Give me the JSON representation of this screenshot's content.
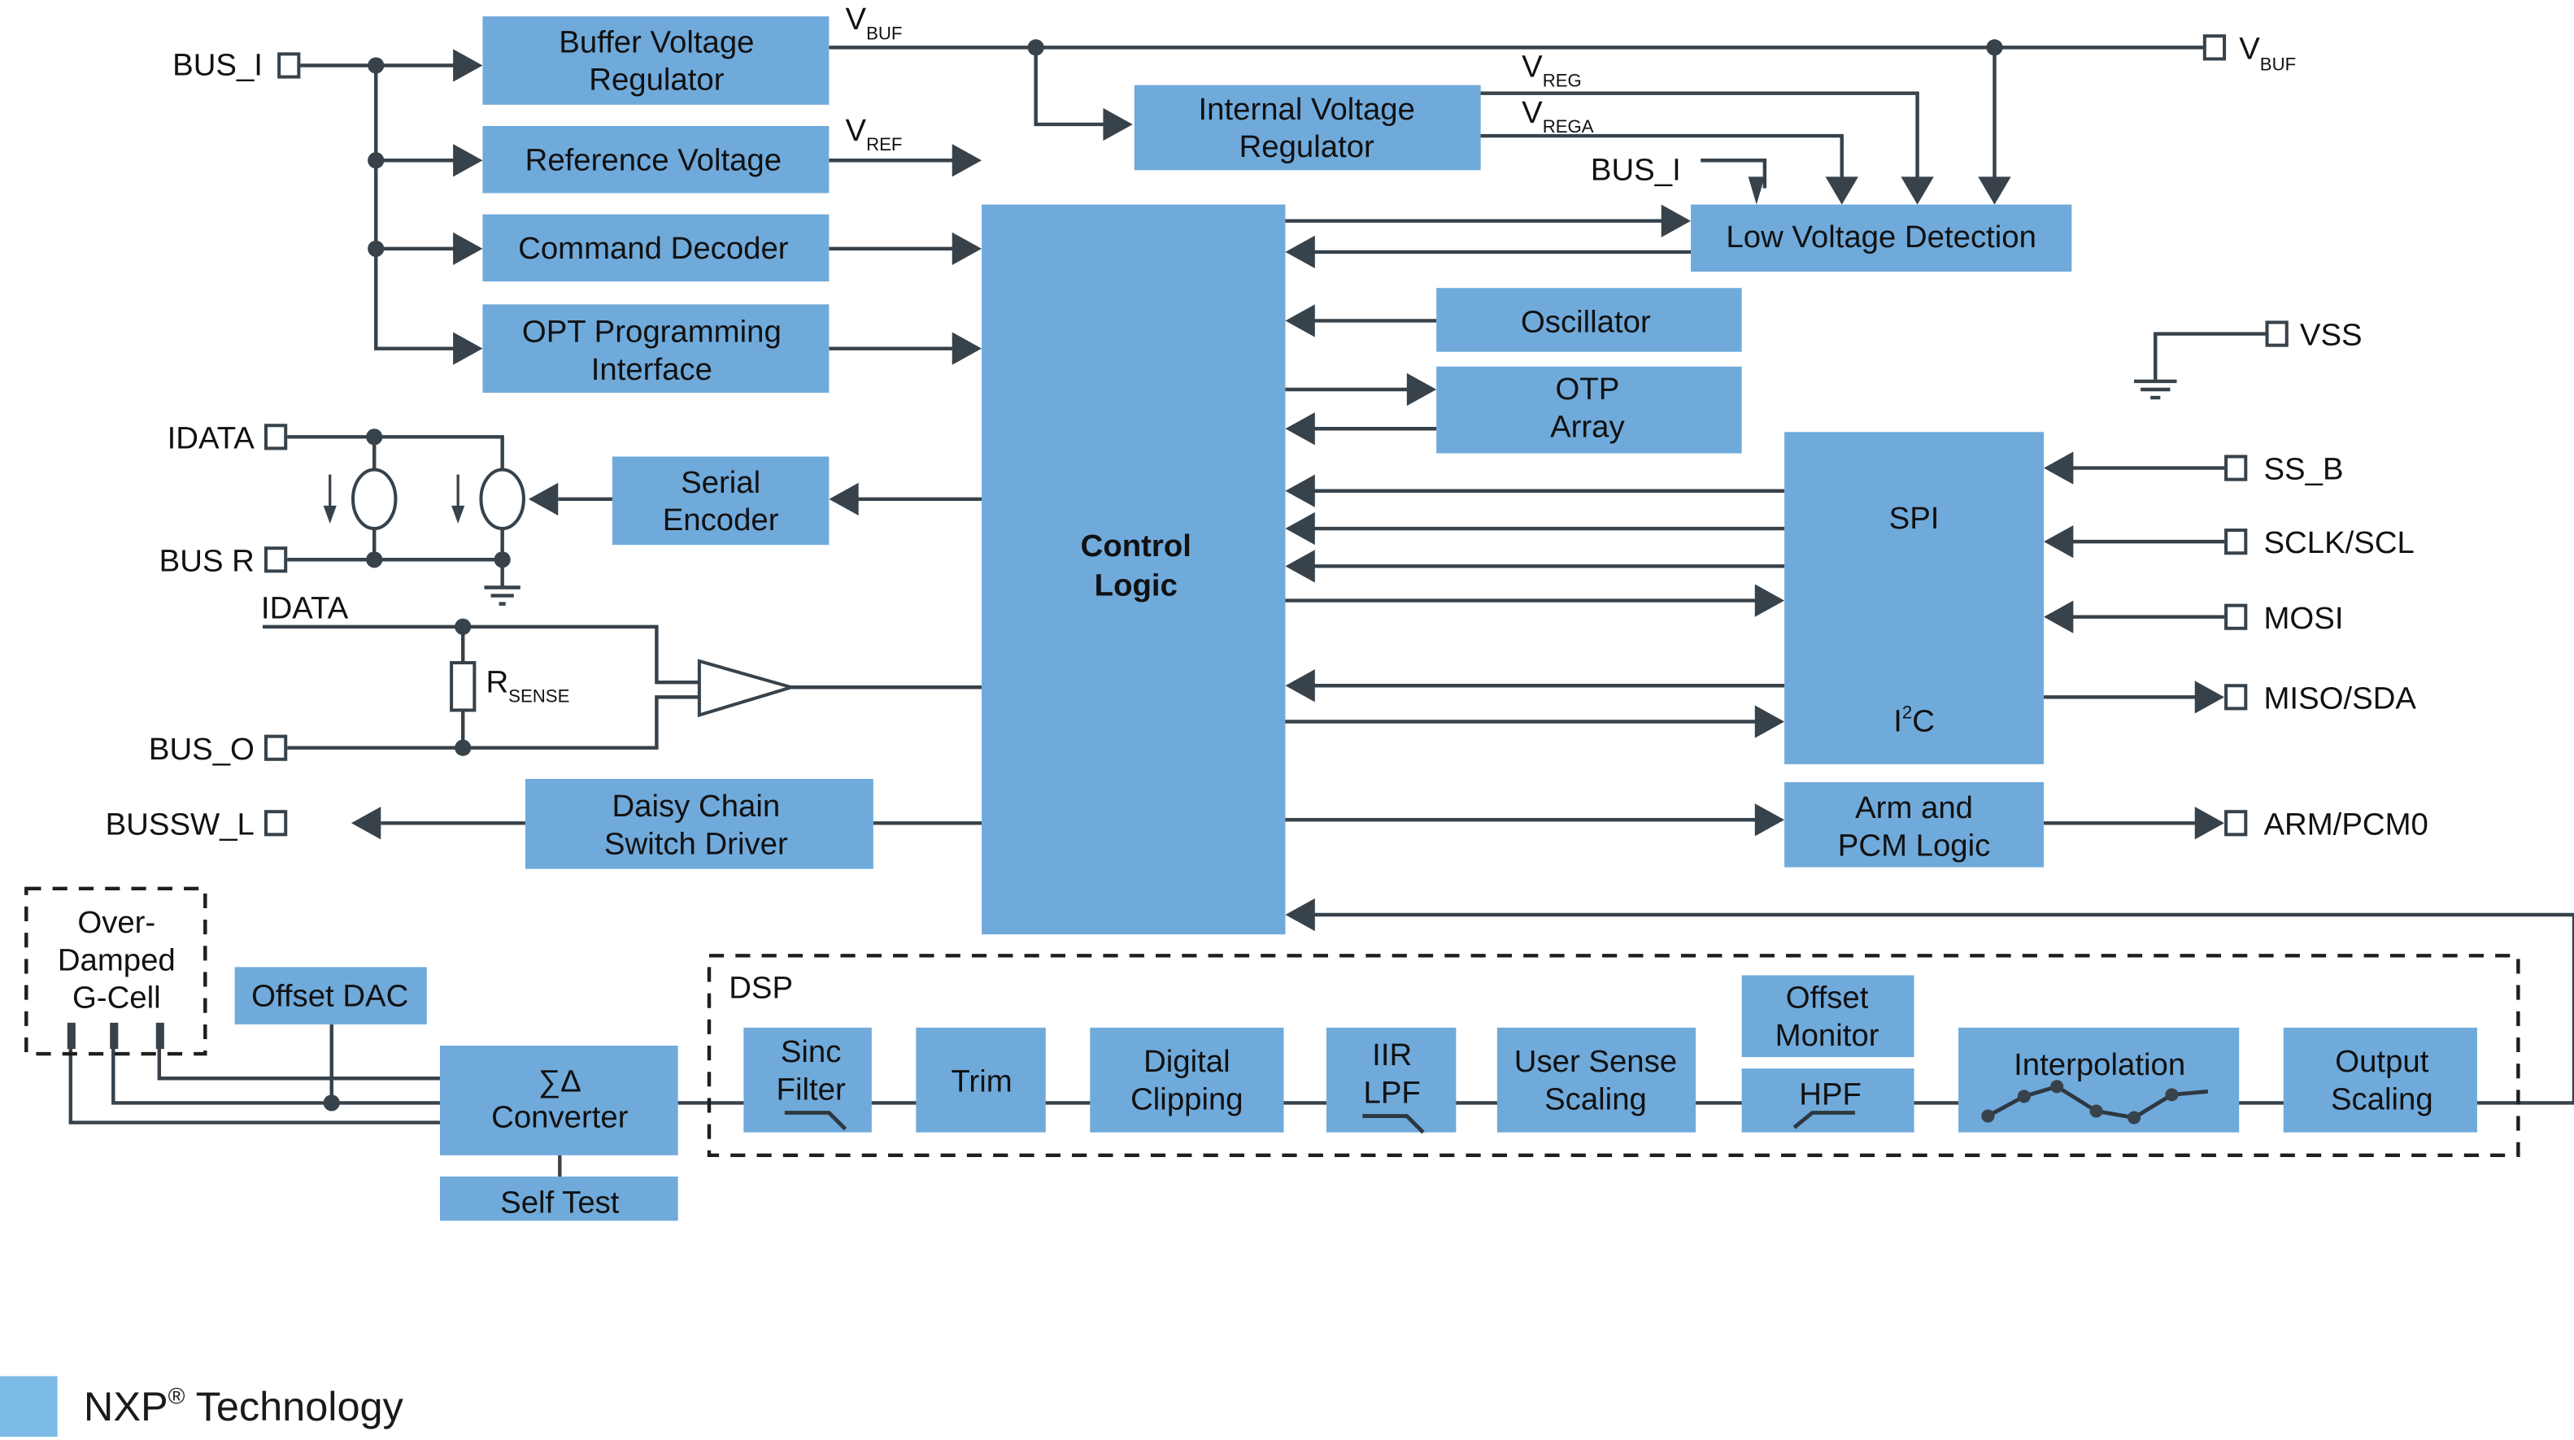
{
  "colors": {
    "block_fill": "#6faadb",
    "wire": "#37424b",
    "legend_swatch": "#7bbbe6"
  },
  "blocks": {
    "buffer_voltage_regulator": [
      "Buffer Voltage",
      "Regulator"
    ],
    "reference_voltage": [
      "Reference Voltage"
    ],
    "command_decoder": [
      "Command Decoder"
    ],
    "otp_programming_interface": [
      "OPT Programming",
      "Interface"
    ],
    "internal_voltage_regulator": [
      "Internal Voltage",
      "Regulator"
    ],
    "low_voltage_detection": [
      "Low Voltage Detection"
    ],
    "control_logic": [
      "Control",
      "Logic"
    ],
    "oscillator": [
      "Oscillator"
    ],
    "otp_array": [
      "OTP",
      "Array"
    ],
    "serial_encoder": [
      "Serial",
      "Encoder"
    ],
    "daisy_chain_switch_driver": [
      "Daisy Chain",
      "Switch Driver"
    ],
    "spi_i2c": {
      "spi": "SPI",
      "i2c_main": "I",
      "i2c_sup": "2",
      "i2c_tail": "C"
    },
    "arm_pcm_logic": [
      "Arm and",
      "PCM Logic"
    ],
    "g_cell": [
      "Over-",
      "Damped",
      "G-Cell"
    ],
    "offset_dac": [
      "Offset DAC"
    ],
    "sigma_delta_converter": [
      "∑Δ",
      "Converter"
    ],
    "self_test": [
      "Self Test"
    ]
  },
  "dsp": {
    "label": "DSP",
    "stages": [
      {
        "id": "sinc-filter",
        "lines": [
          "Sinc",
          "Filter"
        ],
        "icon": "lowpass-response-icon"
      },
      {
        "id": "trim",
        "lines": [
          "Trim"
        ]
      },
      {
        "id": "digital-clipping",
        "lines": [
          "Digital",
          "Clipping"
        ]
      },
      {
        "id": "iir-lpf",
        "lines": [
          "IIR",
          "LPF"
        ],
        "icon": "lowpass-response-icon"
      },
      {
        "id": "user-sense-scaling",
        "lines": [
          "User Sense",
          "Scaling"
        ]
      },
      {
        "id": "offset-monitor",
        "lines": [
          "Offset",
          "Monitor"
        ]
      },
      {
        "id": "hpf",
        "lines": [
          "HPF"
        ],
        "icon": "highpass-response-icon"
      },
      {
        "id": "interpolation",
        "lines": [
          "Interpolation"
        ],
        "icon": "interpolation-curve-icon"
      },
      {
        "id": "output-scaling",
        "lines": [
          "Output",
          "Scaling"
        ]
      }
    ]
  },
  "signals": {
    "vbuf": {
      "main": "V",
      "sub": "BUF"
    },
    "vref": {
      "main": "V",
      "sub": "REF"
    },
    "vreg": {
      "main": "V",
      "sub": "REG"
    },
    "vrega": {
      "main": "V",
      "sub": "REGA"
    },
    "rsense": {
      "main": "R",
      "sub": "SENSE"
    },
    "bus_i_internal": "BUS_I",
    "idata_internal": "IDATA"
  },
  "pins": {
    "bus_i": "BUS_I",
    "idata": "IDATA",
    "bus_r": "BUS R",
    "bus_o": "BUS_O",
    "bussw_l": "BUSSW_L",
    "vbuf_out": {
      "main": "V",
      "sub": "BUF"
    },
    "vss": "VSS",
    "ss_b": "SS_B",
    "sclk_scl": "SCLK/SCL",
    "mosi": "MOSI",
    "miso_sda": "MISO/SDA",
    "arm_pcm0": "ARM/PCM0"
  },
  "legend": {
    "label": "NXP",
    "reg": "®",
    "suffix": " Technology"
  }
}
